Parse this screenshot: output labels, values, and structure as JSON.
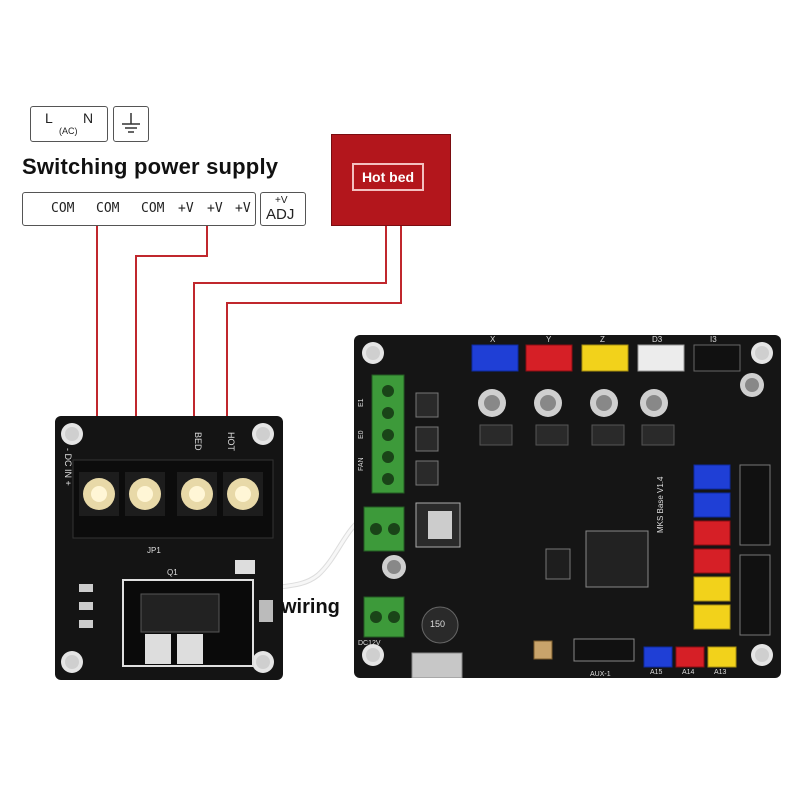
{
  "ac_input": {
    "line_label": "L",
    "neutral_label": "N",
    "ac_label": "(AC)"
  },
  "ground_symbol": "ground-icon",
  "psu": {
    "title": "Switching power supply",
    "terminals": [
      "COM",
      "COM",
      "COM",
      "+V",
      "+V",
      "+V"
    ],
    "adj_top": "+V",
    "adj_bottom": "ADJ"
  },
  "hot_bed": {
    "label": "Hot bed"
  },
  "mosfet_module": {
    "silk_dc_in": "- DC IN +",
    "silk_bed": "BED",
    "silk_hot": "HOT",
    "silk_jp1": "JP1",
    "silk_q1": "Q1"
  },
  "wiring_label": "wiring",
  "controller": {
    "header_labels": [
      "X",
      "Y",
      "Z",
      "D3",
      "I3"
    ],
    "chip_label": "MKS Base V1.4",
    "inductor_label": "150",
    "aux_label": "AUX-1",
    "bottom_labels": [
      "A15",
      "A14",
      "A13"
    ],
    "side_labels": [
      "E1",
      "E0",
      "FAN"
    ],
    "power_label": "DC12V"
  },
  "colors": {
    "wire": "#c0272d",
    "hot_bed_fill": "#b3161c",
    "pcb": "#151515",
    "terminal_green": "#3d9a3a",
    "connector_blue": "#1f3fd6",
    "connector_red": "#d61f26",
    "connector_yellow": "#f2d21b",
    "connector_white": "#ececec"
  }
}
